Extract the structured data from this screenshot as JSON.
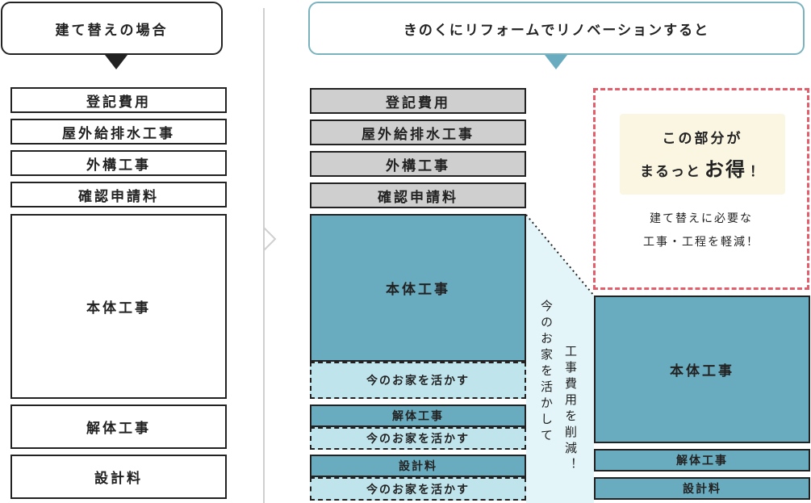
{
  "left": {
    "header": "建て替えの場合",
    "items": [
      "登記費用",
      "屋外給排水工事",
      "外構工事",
      "確認申請料",
      "本体工事",
      "解体工事",
      "設計料"
    ]
  },
  "right": {
    "header": "きのくにリフォームでリノベーションすると",
    "gray_items": [
      "登記費用",
      "屋外給排水工事",
      "外構工事",
      "確認申請料"
    ],
    "main_body": "本体工事",
    "reuse_label": "今のお家を活かす",
    "demolition": "解体工事",
    "design": "設計料",
    "vertical_1": "今のお家を活かして",
    "vertical_2": "工事費用を削減！",
    "reduced_body": "本体工事",
    "reduced_demolition": "解体工事",
    "reduced_design": "設計料",
    "savings": {
      "line1": "この部分が",
      "line2_pre": "まるっと",
      "line2_big": "お得",
      "line2_post": "！",
      "note1": "建て替えに必要な",
      "note2": "工事・工程を軽減！"
    }
  },
  "colors": {
    "teal": "#6aacbf",
    "light_teal": "#bfe4ec",
    "pale_blue": "#e4f5fa",
    "gray": "#cfcfcf",
    "header_border": "#7ab3be",
    "dash_red": "#e35d6a",
    "highlight_bg": "#fbf6e2"
  }
}
